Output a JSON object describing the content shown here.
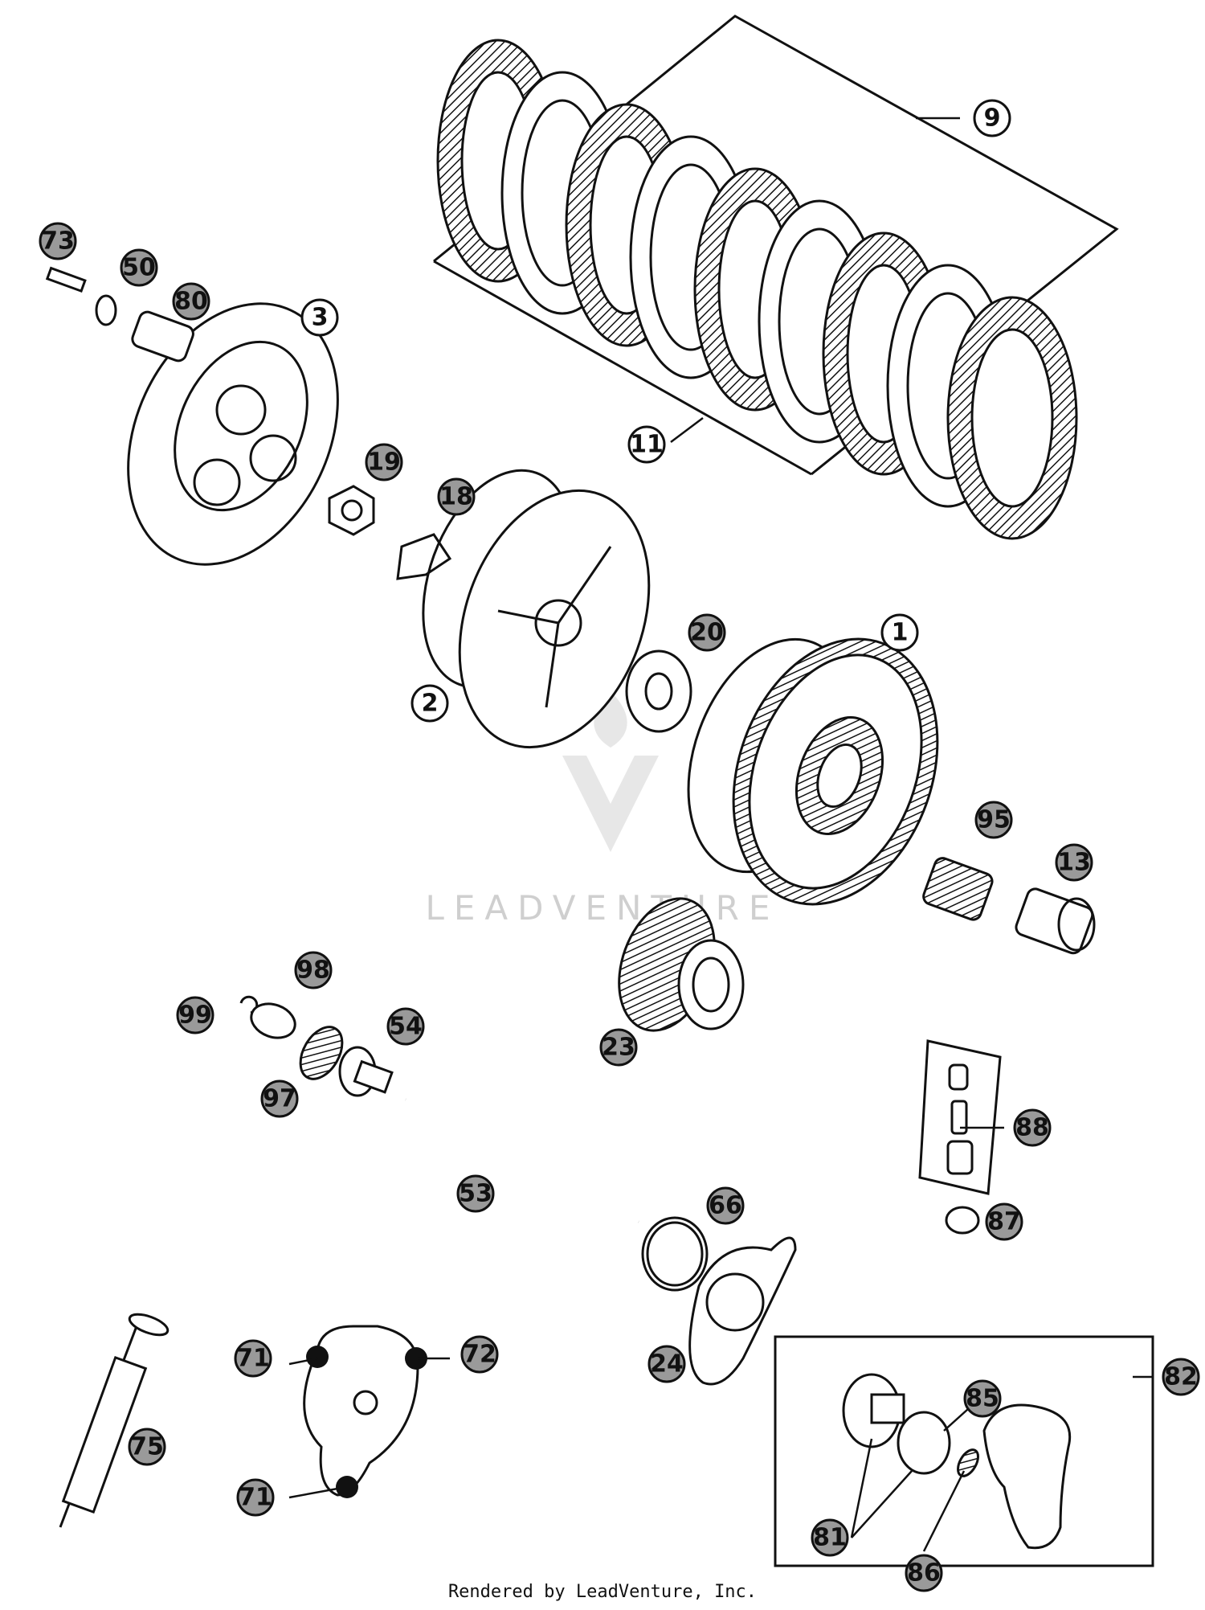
{
  "footer": {
    "text": "Rendered by LeadVenture, Inc."
  },
  "watermark": {
    "text": "LEADVENTURE"
  },
  "callouts": [
    {
      "id": "9",
      "label": "9"
    },
    {
      "id": "73",
      "label": "73"
    },
    {
      "id": "50",
      "label": "50"
    },
    {
      "id": "80",
      "label": "80"
    },
    {
      "id": "3",
      "label": "3"
    },
    {
      "id": "11",
      "label": "11"
    },
    {
      "id": "19",
      "label": "19"
    },
    {
      "id": "18",
      "label": "18"
    },
    {
      "id": "1",
      "label": "1"
    },
    {
      "id": "20",
      "label": "20"
    },
    {
      "id": "2",
      "label": "2"
    },
    {
      "id": "95",
      "label": "95"
    },
    {
      "id": "13",
      "label": "13"
    },
    {
      "id": "98",
      "label": "98"
    },
    {
      "id": "99",
      "label": "99"
    },
    {
      "id": "54",
      "label": "54"
    },
    {
      "id": "97",
      "label": "97"
    },
    {
      "id": "23",
      "label": "23"
    },
    {
      "id": "88",
      "label": "88"
    },
    {
      "id": "53",
      "label": "53"
    },
    {
      "id": "66",
      "label": "66"
    },
    {
      "id": "87",
      "label": "87"
    },
    {
      "id": "71a",
      "label": "71"
    },
    {
      "id": "72",
      "label": "72"
    },
    {
      "id": "24",
      "label": "24"
    },
    {
      "id": "82",
      "label": "82"
    },
    {
      "id": "85",
      "label": "85"
    },
    {
      "id": "75",
      "label": "75"
    },
    {
      "id": "71b",
      "label": "71"
    },
    {
      "id": "81",
      "label": "81"
    },
    {
      "id": "86",
      "label": "86"
    }
  ]
}
